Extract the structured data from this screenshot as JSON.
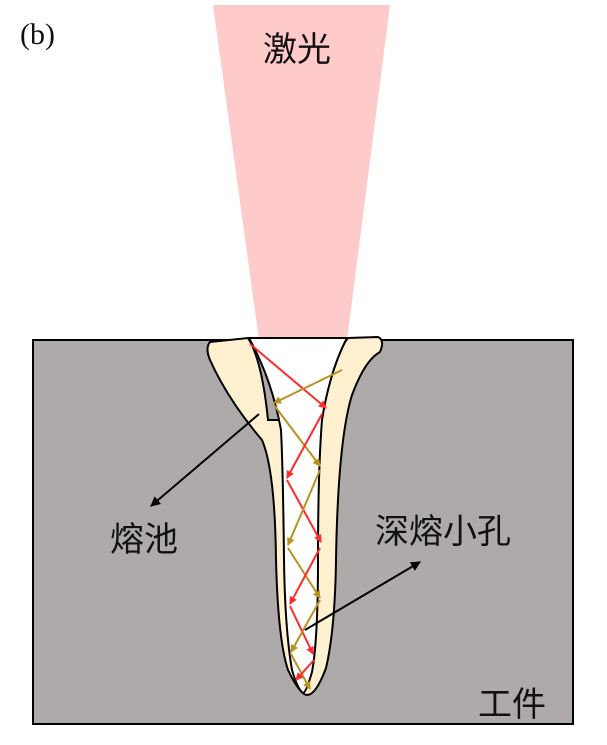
{
  "figure": {
    "panel_label": "(b)",
    "labels": {
      "laser": "激光",
      "molten_pool": "熔池",
      "keyhole": "深熔小孔",
      "workpiece": "工件"
    },
    "colors": {
      "laser_beam": "#ffcaca",
      "workpiece": "#aeaaa9",
      "molten_pool": "#fff0cf",
      "keyhole": "#ffffff",
      "incident_ray": "#ff2b2b",
      "reflected_ray": "#b8921e",
      "outline": "#000000"
    }
  }
}
